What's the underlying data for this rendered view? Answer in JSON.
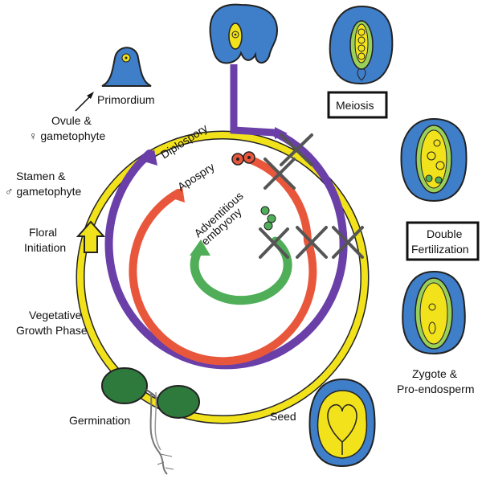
{
  "labels": {
    "primordium": "Primordium",
    "ovule_line1": "Ovule &",
    "ovule_line2": "♀ gametophyte",
    "stamen_line1": "Stamen &",
    "stamen_line2": "♂ gametophyte",
    "floral_line1": "Floral",
    "floral_line2": "Initiation",
    "veg_line1": "Vegetative",
    "veg_line2": "Growth Phase",
    "germination": "Germination",
    "seed": "Seed",
    "zygote_line1": "Zygote &",
    "zygote_line2": "Pro-endosperm",
    "meiosis": "Meiosis",
    "double_line1": "Double",
    "double_line2": "Fertilization",
    "diplospory": "Diplospory",
    "apospory": "Apospry",
    "adventitious_line1": "Adventitious",
    "adventitious_line2": "embryony"
  },
  "colors": {
    "outer_ring": "#f2e21c",
    "diplospory_ring": "#6a3fa8",
    "apospory_ring": "#e8573c",
    "adventitious_ring": "#4fae57",
    "ovule_blue": "#3f7ec8",
    "embryo_sac_yellow": "#f2e21c",
    "seedling_green": "#2e7a3c",
    "x_mark": "#555555"
  }
}
